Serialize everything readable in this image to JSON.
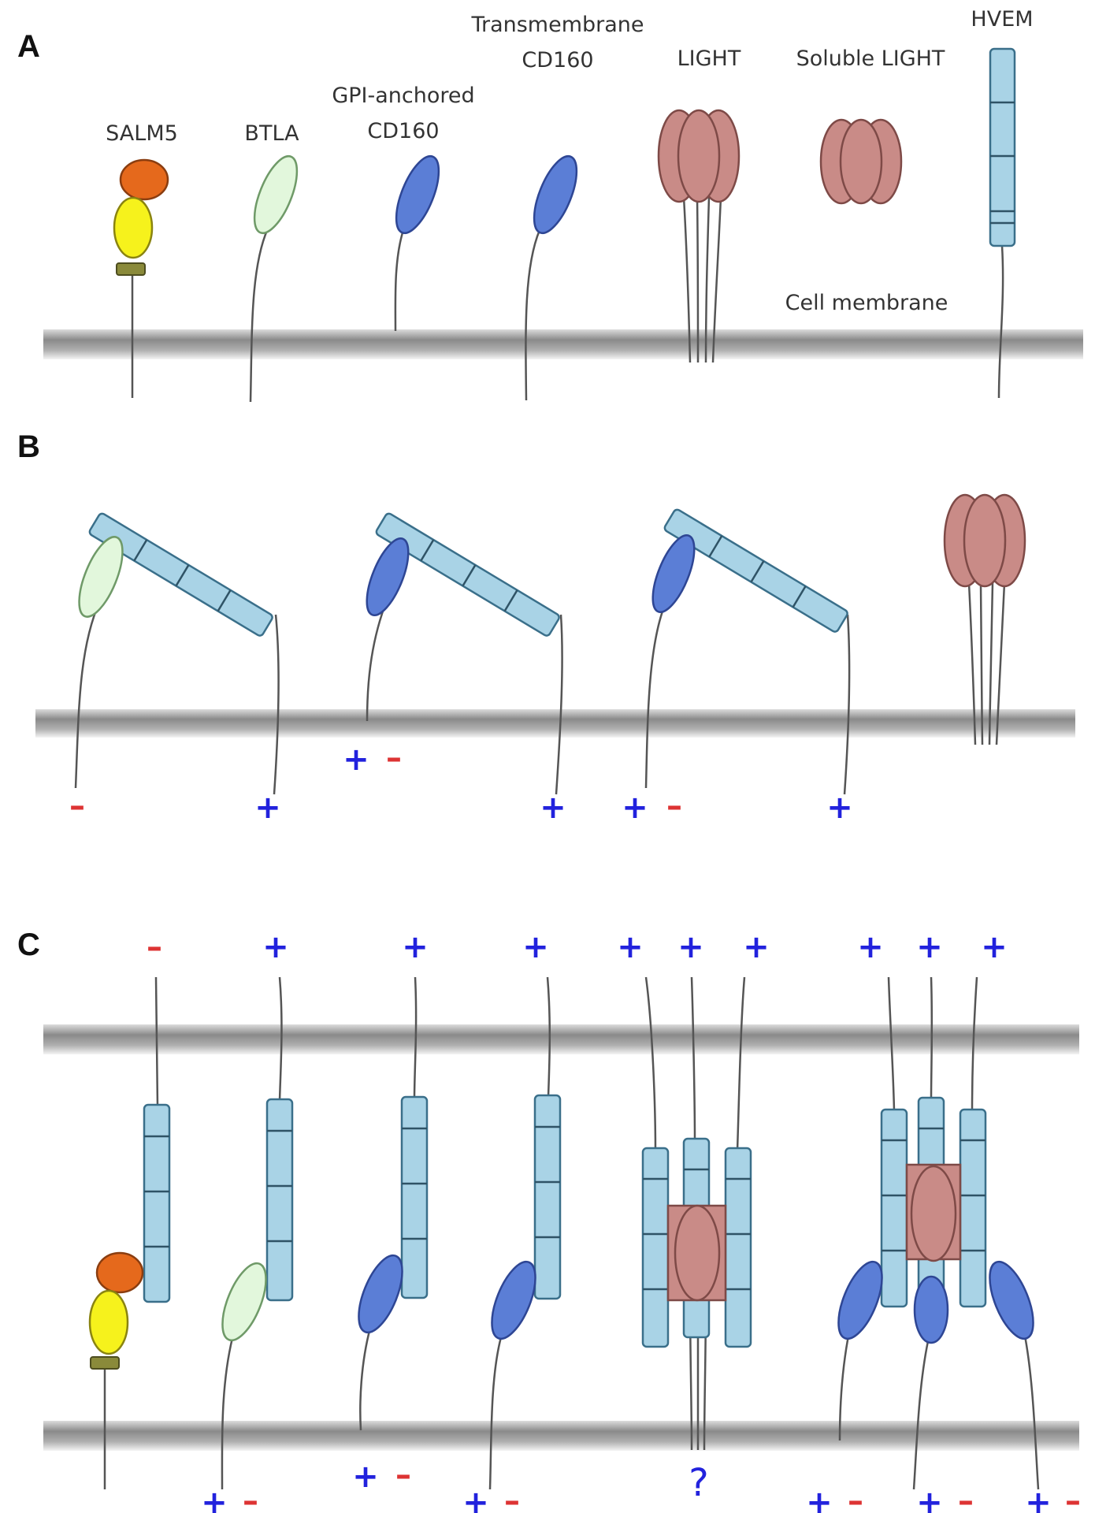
{
  "panels": {
    "a": {
      "letter": "A",
      "labels": {
        "salm5": "SALM5",
        "btla": "BTLA",
        "gpi_line1": "GPI-anchored",
        "gpi_line2": "CD160",
        "tm_line1": "Transmembrane",
        "tm_line2": "CD160",
        "light": "LIGHT",
        "soluble_light": "Soluble LIGHT",
        "hvem": "HVEM",
        "membrane": "Cell membrane"
      }
    },
    "b": {
      "letter": "B",
      "signs": {
        "btla_minus": "–",
        "hvem1_plus": "+",
        "gpi_plus": "+",
        "gpi_minus": "–",
        "hvem2_plus": "+",
        "tm_plus": "+",
        "tm_minus": "–",
        "hvem3_plus": "+"
      }
    },
    "c": {
      "letter": "C",
      "top_signs": [
        "–",
        "+",
        "+",
        "+",
        "+",
        "+",
        "+",
        "+",
        "+",
        "+"
      ],
      "bottom_signs": {
        "btla_plus": "+",
        "btla_minus": "–",
        "gpi_plus": "+",
        "gpi_minus": "–",
        "tm_plus": "+",
        "tm_minus": "–",
        "light_question": "?",
        "r1_plus": "+",
        "r1_minus": "–",
        "r2_plus": "+",
        "r2_minus": "–",
        "r3_plus": "+",
        "r3_minus": "–"
      }
    }
  },
  "colors": {
    "hvem": "#a9d3e6",
    "btla": "#e2f7dc",
    "cd160": "#5b7ed6",
    "light": "#c98b87",
    "salm5_top": "#e5691c",
    "salm5_middle": "#f6f21c",
    "activating_sign": "#2222dd",
    "inhibitory_sign": "#dd3333"
  }
}
